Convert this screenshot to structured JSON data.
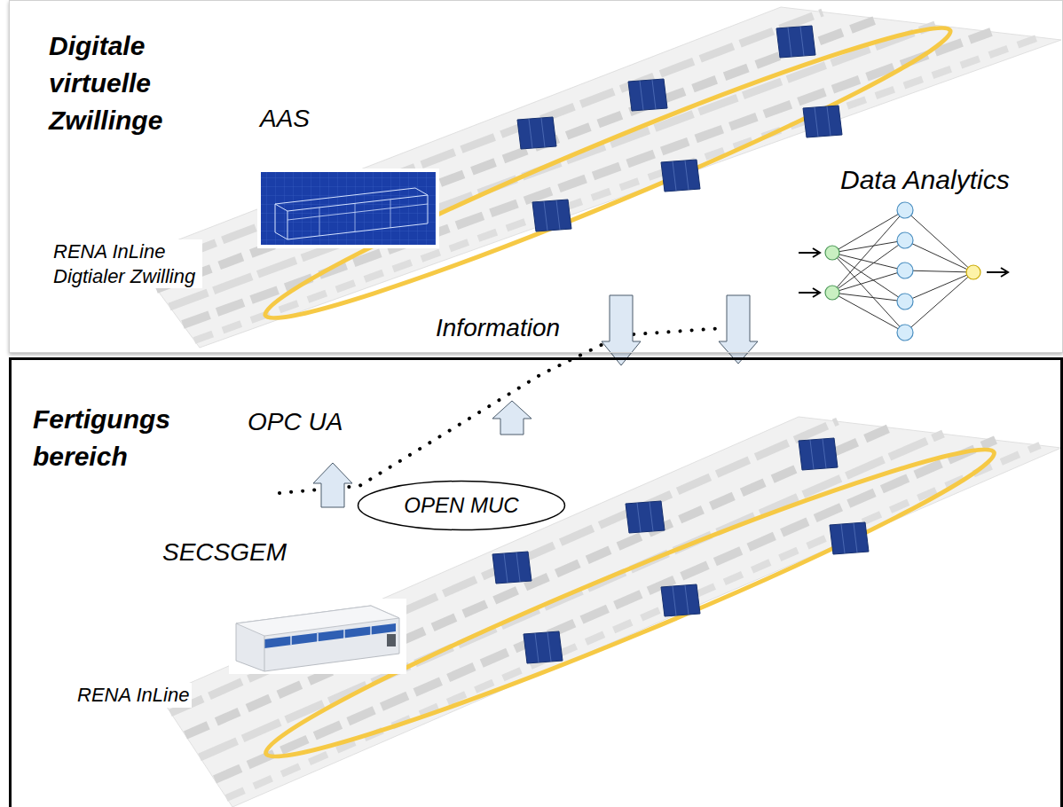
{
  "diagram": {
    "nodes": [
      {
        "text": [
          "Digitale virtuelle Zwillinge"
        ]
      },
      {
        "text": [
          "Fertigungs bereich"
        ]
      },
      {
        "text": [
          "OPEN MUC"
        ],
        "in": 1
      }
    ],
    "labels": [
      "AAS",
      "RENA InLine Digtialer Zwilling",
      "Data Analytics",
      "Information",
      "OPC UA",
      "SECSGEM",
      "RENA InLine"
    ]
  }
}
